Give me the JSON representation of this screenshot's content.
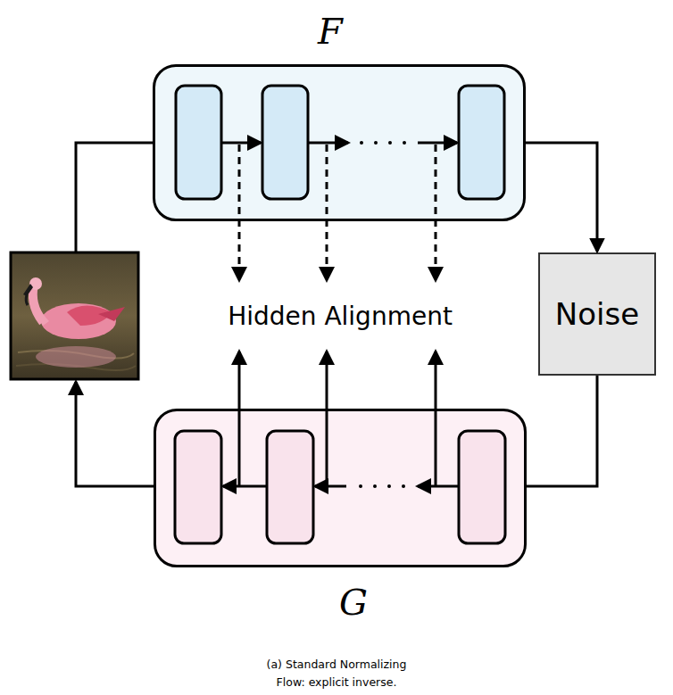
{
  "diagram": {
    "caption": "(a) Standard Normalizing Flow: explicit inverse.",
    "nodes": [
      {
        "text": [
          "F"
        ]
      },
      {
        "text": [
          "Noise"
        ]
      },
      {
        "text": [
          "G"
        ]
      }
    ],
    "edges": [
      {
        "from": 0,
        "to": 1,
        "arrow": "to"
      },
      {
        "from": 1,
        "to": 2,
        "arrow": "none"
      }
    ],
    "labels": [
      "Hidden Alignment"
    ]
  }
}
